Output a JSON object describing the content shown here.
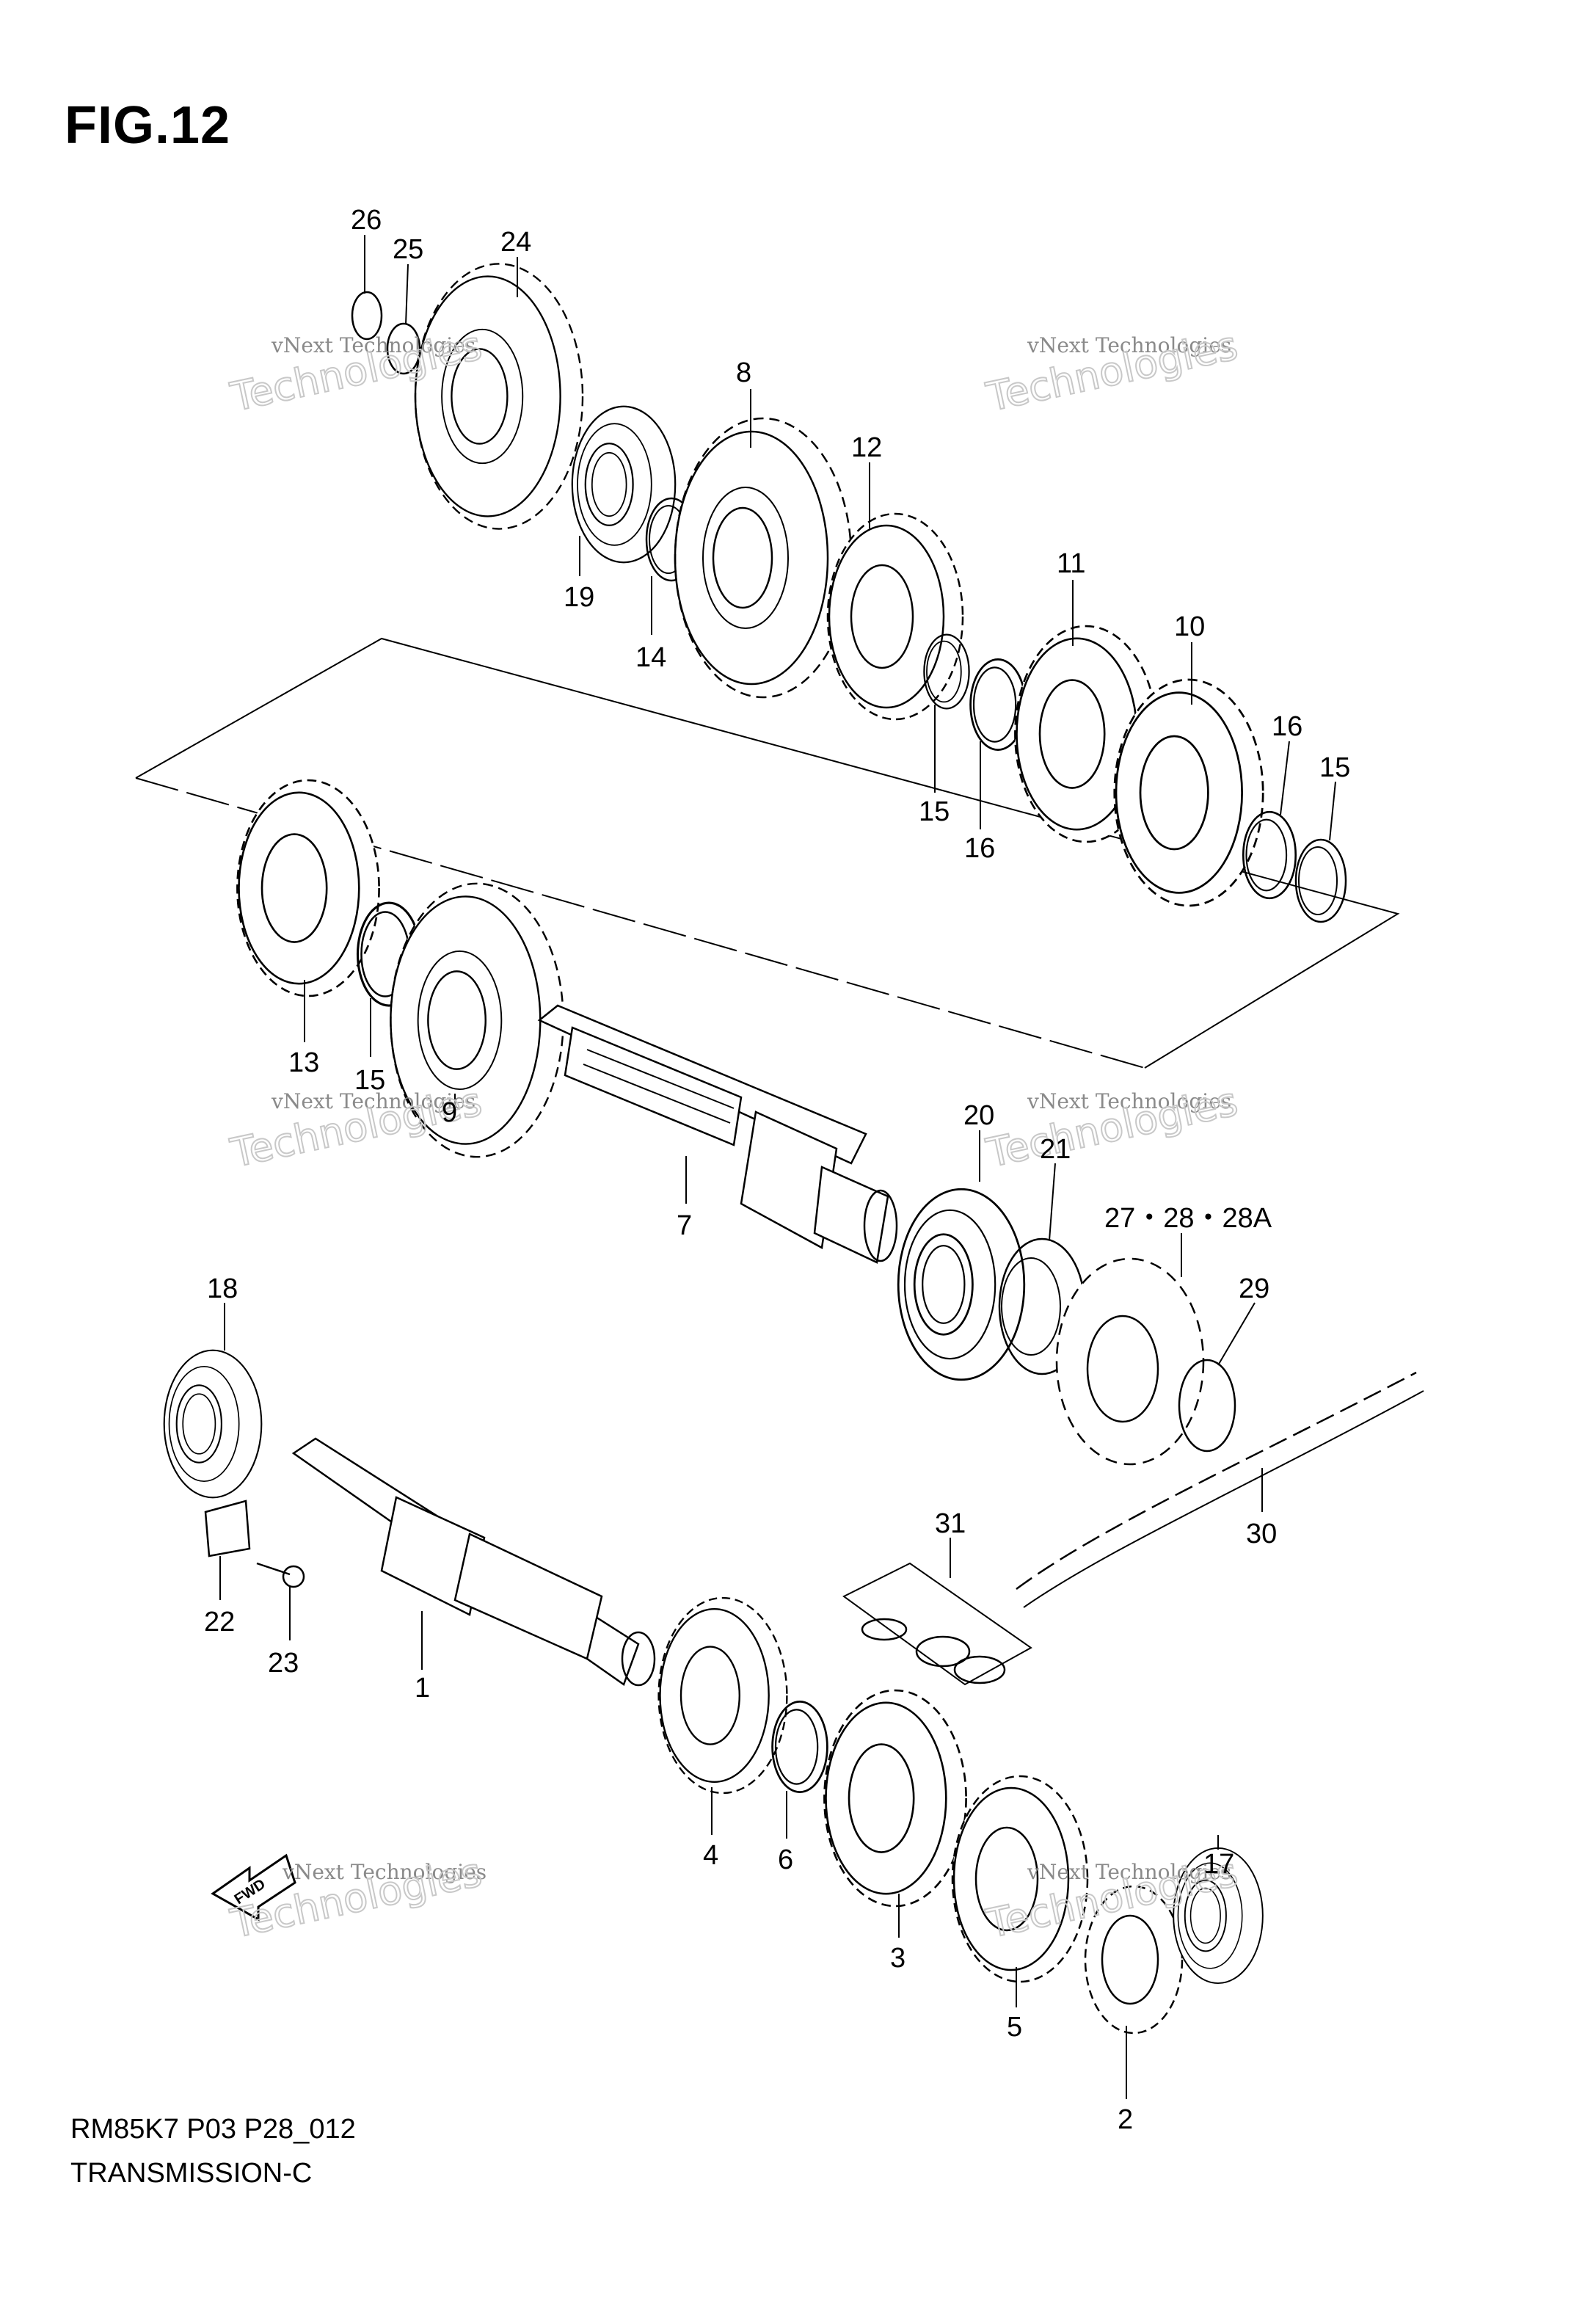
{
  "figure": {
    "title": "FIG.12"
  },
  "footer": {
    "code": "RM85K7 P03 P28_012",
    "name": "TRANSMISSION-C"
  },
  "watermark": {
    "line1": "vNext Technologies",
    "line2": "Technologies"
  },
  "callouts": {
    "c1": "1",
    "c2": "2",
    "c3": "3",
    "c4": "4",
    "c5": "5",
    "c6": "6",
    "c7": "7",
    "c8": "8",
    "c9": "9",
    "c10": "10",
    "c11": "11",
    "c12": "12",
    "c13": "13",
    "c14": "14",
    "c15a": "15",
    "c15b": "15",
    "c15c": "15",
    "c16a": "16",
    "c16b": "16",
    "c17": "17",
    "c18": "18",
    "c19": "19",
    "c20": "20",
    "c21": "21",
    "c22": "22",
    "c23": "23",
    "c24": "24",
    "c25": "25",
    "c26": "26",
    "c27": "27・28・28A",
    "c29": "29",
    "c30": "30",
    "c31": "31"
  },
  "fwd_label": "FWD"
}
